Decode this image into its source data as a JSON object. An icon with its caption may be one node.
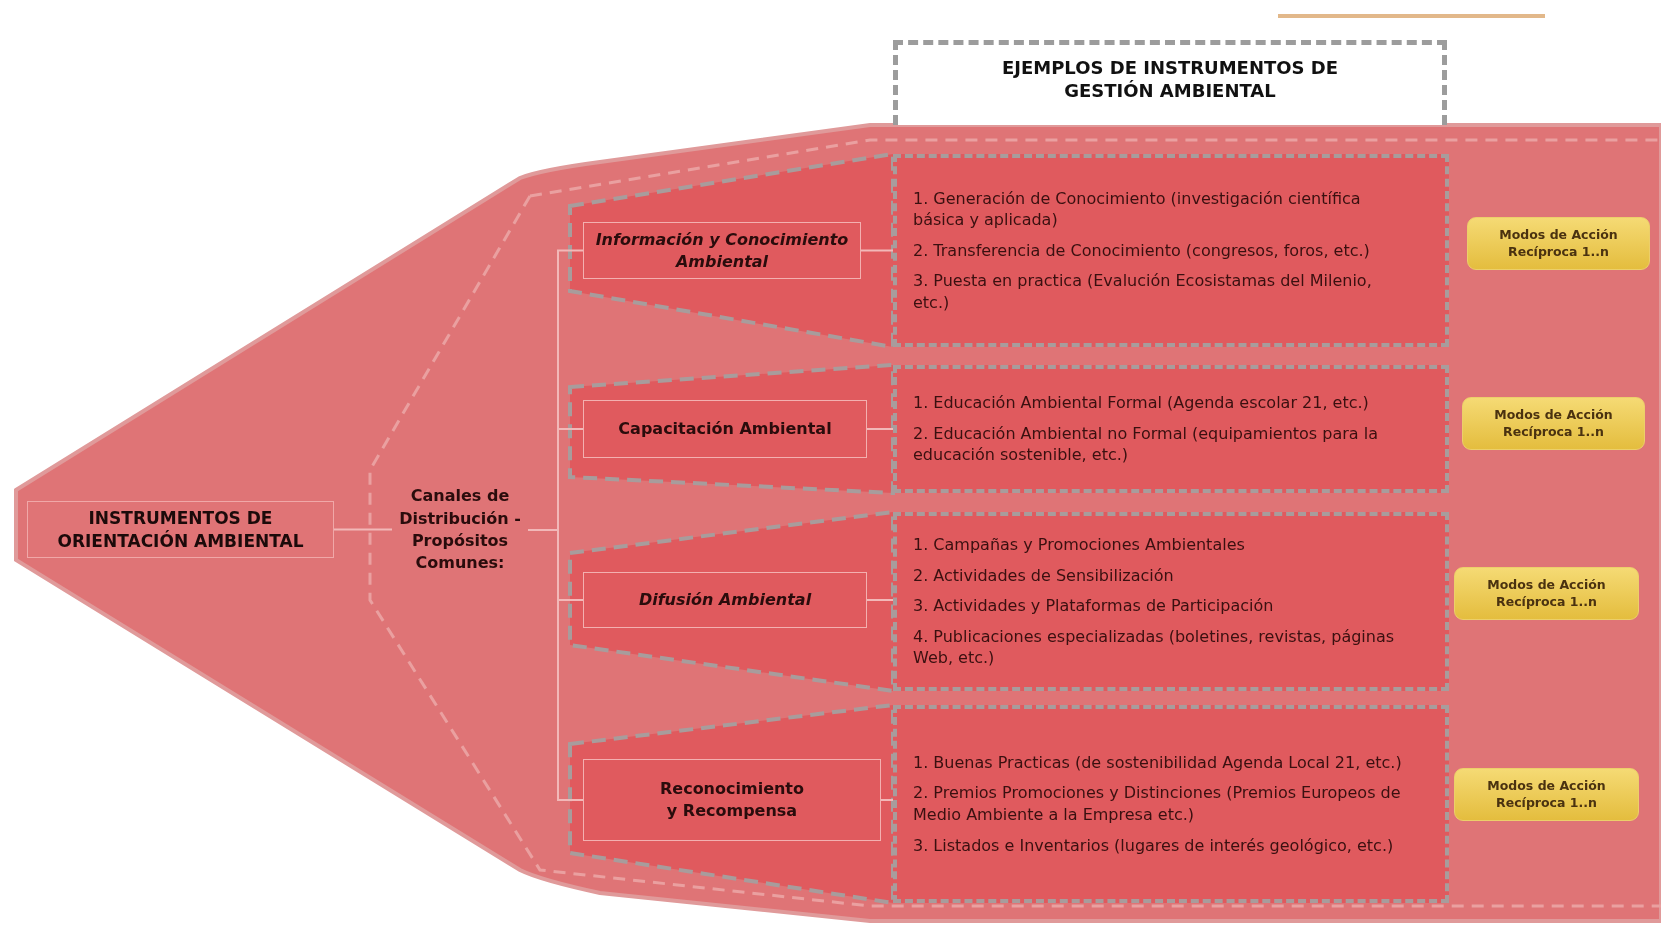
{
  "diagram": {
    "nodes": [
      {
        "text": [
          "INSTRUMENTOS DE ORIENTACIÓN AMBIENTAL"
        ]
      },
      {
        "text": [
          "Canales de Distribución - Propósitos Comunes:"
        ]
      },
      {
        "text": [
          "Información y Conocimiento Ambiental"
        ]
      },
      {
        "text": [
          "Capacitación Ambiental"
        ]
      },
      {
        "text": [
          "Difusión Ambiental"
        ]
      },
      {
        "text": [
          "Reconocimiento y Recompensa"
        ]
      },
      {
        "text": [
          "EJEMPLOS DE INSTRUMENTOS DE GESTIÓN AMBIENTAL"
        ]
      },
      {
        "text": [
          "1. Generación de Conocimiento (investigación científica básica y aplicada)",
          "2. Transferencia de Conocimiento (congresos, foros, etc.)",
          "3. Puesta en practica (Evalución Ecosistamas del Milenio, etc.)"
        ]
      },
      {
        "text": [
          "1. Educación Ambiental Formal (Agenda escolar 21, etc.)",
          "2. Educación Ambiental no Formal (equipamientos para la educación sostenible, etc.)"
        ]
      },
      {
        "text": [
          "1. Campañas y Promociones Ambientales",
          "2. Actividades de Sensibilización",
          "3. Actividades y Plataformas de Participación",
          "4. Publicaciones especializadas (boletines, revistas, páginas Web, etc.)"
        ]
      },
      {
        "text": [
          "1. Buenas Practicas (de sostenibilidad Agenda Local 21, etc.)",
          "2. Premios Promociones y Distinciones (Premios Europeos de Medio Ambiente a la Empresa etc.)",
          "3. Listados e Inventarios (lugares de interés geológico, etc.)"
        ]
      },
      {
        "text": [
          "Modos de Acción Recíproca 1..n"
        ]
      },
      {
        "text": [
          "Modos de Acción Recíproca 1..n"
        ]
      },
      {
        "text": [
          "Modos de Acción Recíproca 1..n"
        ]
      },
      {
        "text": [
          "Modos de Acción Recíproca 1..n"
        ]
      }
    ],
    "edges": [
      {
        "from": 0,
        "to": 1,
        "arrow": "none"
      },
      {
        "from": 1,
        "to": 2,
        "arrow": "none"
      },
      {
        "from": 1,
        "to": 3,
        "arrow": "none"
      },
      {
        "from": 1,
        "to": 4,
        "arrow": "none"
      },
      {
        "from": 1,
        "to": 5,
        "arrow": "none"
      },
      {
        "from": 2,
        "to": 7,
        "arrow": "none"
      },
      {
        "from": 3,
        "to": 8,
        "arrow": "none"
      },
      {
        "from": 4,
        "to": 9,
        "arrow": "none"
      },
      {
        "from": 5,
        "to": 10,
        "arrow": "none"
      }
    ]
  }
}
